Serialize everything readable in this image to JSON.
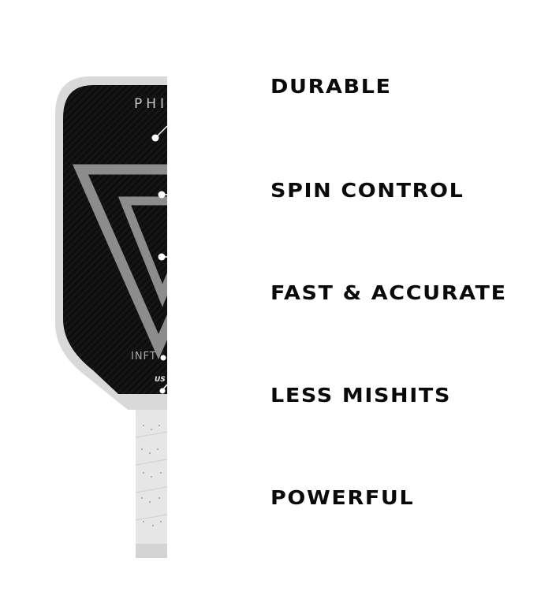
{
  "paddle": {
    "brand_text": "PHI",
    "model_text": "INFT",
    "cert_text": "US",
    "colors": {
      "face": "#0d0d0d",
      "edge_guard": "#d9d9d9",
      "triangle": "#8c8c8c",
      "grip": "#e6e6e6"
    }
  },
  "features": [
    {
      "label": "DURABLE"
    },
    {
      "label": "SPIN CONTROL"
    },
    {
      "label": "FAST & ACCURATE"
    },
    {
      "label": "LESS MISHITS"
    },
    {
      "label": "POWERFUL"
    }
  ]
}
